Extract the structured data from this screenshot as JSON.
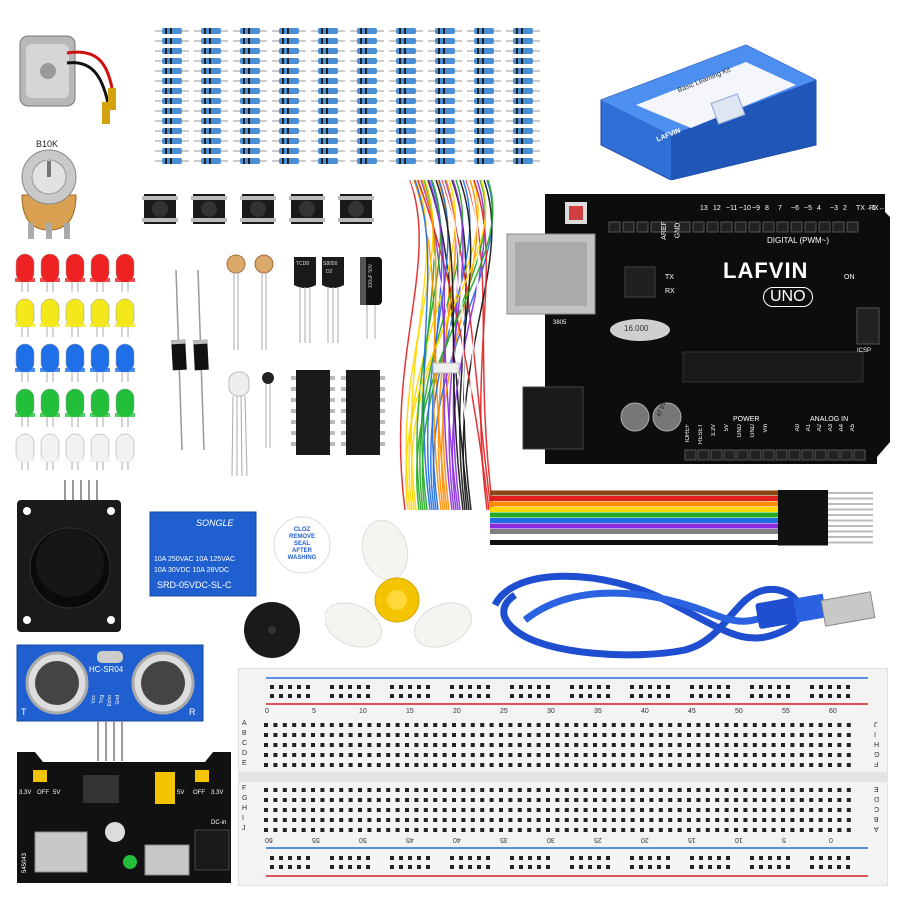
{
  "box": {
    "title": "Basic Learning Kit",
    "brand": "LAFVIN",
    "color": "#2f6fd6"
  },
  "board": {
    "brand": "LAFVIN",
    "model": "UNO",
    "digital_label": "DIGITAL (PWM~)",
    "aref": "AREF",
    "gnd": "GND",
    "tx": "TX",
    "rx": "RX",
    "on": "ON",
    "icsp": "ICSP",
    "crystal": "16.000",
    "reg": "3805",
    "pin_numbers": [
      "13",
      "12",
      "~11",
      "~10",
      "~9",
      "8",
      "7",
      "~6",
      "~5",
      "4",
      "~3",
      "2",
      "TX→1",
      "RX←0"
    ],
    "power_label": "POWER",
    "analog_label": "ANALOG IN",
    "power_pins": [
      "IOREF",
      "RESET",
      "3.3V",
      "5V",
      "GND",
      "GND",
      "Vin"
    ],
    "analog_pins": [
      "A0",
      "A1",
      "A2",
      "A3",
      "A4",
      "A5"
    ],
    "cap_label": "47 25V",
    "color": "#111111"
  },
  "relay": {
    "brand": "SONGLE",
    "line1": "10A 250VAC  10A 125VAC",
    "line2": "10A  30VDC  10A  28VDC",
    "model": "SRD-05VDC-SL-C",
    "color": "#1f5fcf"
  },
  "buzzer_sticker": {
    "lines": [
      "CLOZ",
      "REMOVE",
      "SEAL",
      "AFTER",
      "WASHING"
    ]
  },
  "potentiometer": {
    "label": "B10K"
  },
  "ultrasonic": {
    "model": "HC-SR04",
    "left": "T",
    "right": "R",
    "pins": [
      "Vcc",
      "Trig",
      "Echo",
      "Gnd"
    ]
  },
  "power_module": {
    "labels": [
      "3.3V",
      "OFF",
      "5V",
      "5V",
      "OFF",
      "3.3V",
      "DC-in",
      "545043"
    ]
  },
  "breadboard": {
    "top_numbers": [
      "0",
      "5",
      "10",
      "15",
      "20",
      "25",
      "30",
      "35",
      "40",
      "45",
      "50",
      "55",
      "60"
    ],
    "bottom_numbers": [
      "60",
      "55",
      "50",
      "45",
      "40",
      "35",
      "30",
      "25",
      "20",
      "15",
      "10",
      "5",
      "0"
    ],
    "rows_left": [
      "A",
      "B",
      "C",
      "D",
      "E",
      "F",
      "G",
      "H",
      "I",
      "J"
    ],
    "rows_right": [
      "J",
      "I",
      "H",
      "G",
      "F",
      "E",
      "D",
      "C",
      "B",
      "A"
    ]
  },
  "transistor": {
    "labels": [
      "TCD8",
      "S8050",
      "D2"
    ]
  },
  "capacitor": {
    "label": "100uF 50V"
  },
  "led_colors": [
    "#ee2222",
    "#f3e81a",
    "#1f6fe8",
    "#22c03a",
    "#f2f2f2"
  ],
  "ribbon_colors": [
    "#8b4513",
    "#e02020",
    "#ff8c00",
    "#ffd700",
    "#22aa22",
    "#1e6fe0",
    "#8a2be2",
    "#808080",
    "#ffffff",
    "#111111"
  ]
}
